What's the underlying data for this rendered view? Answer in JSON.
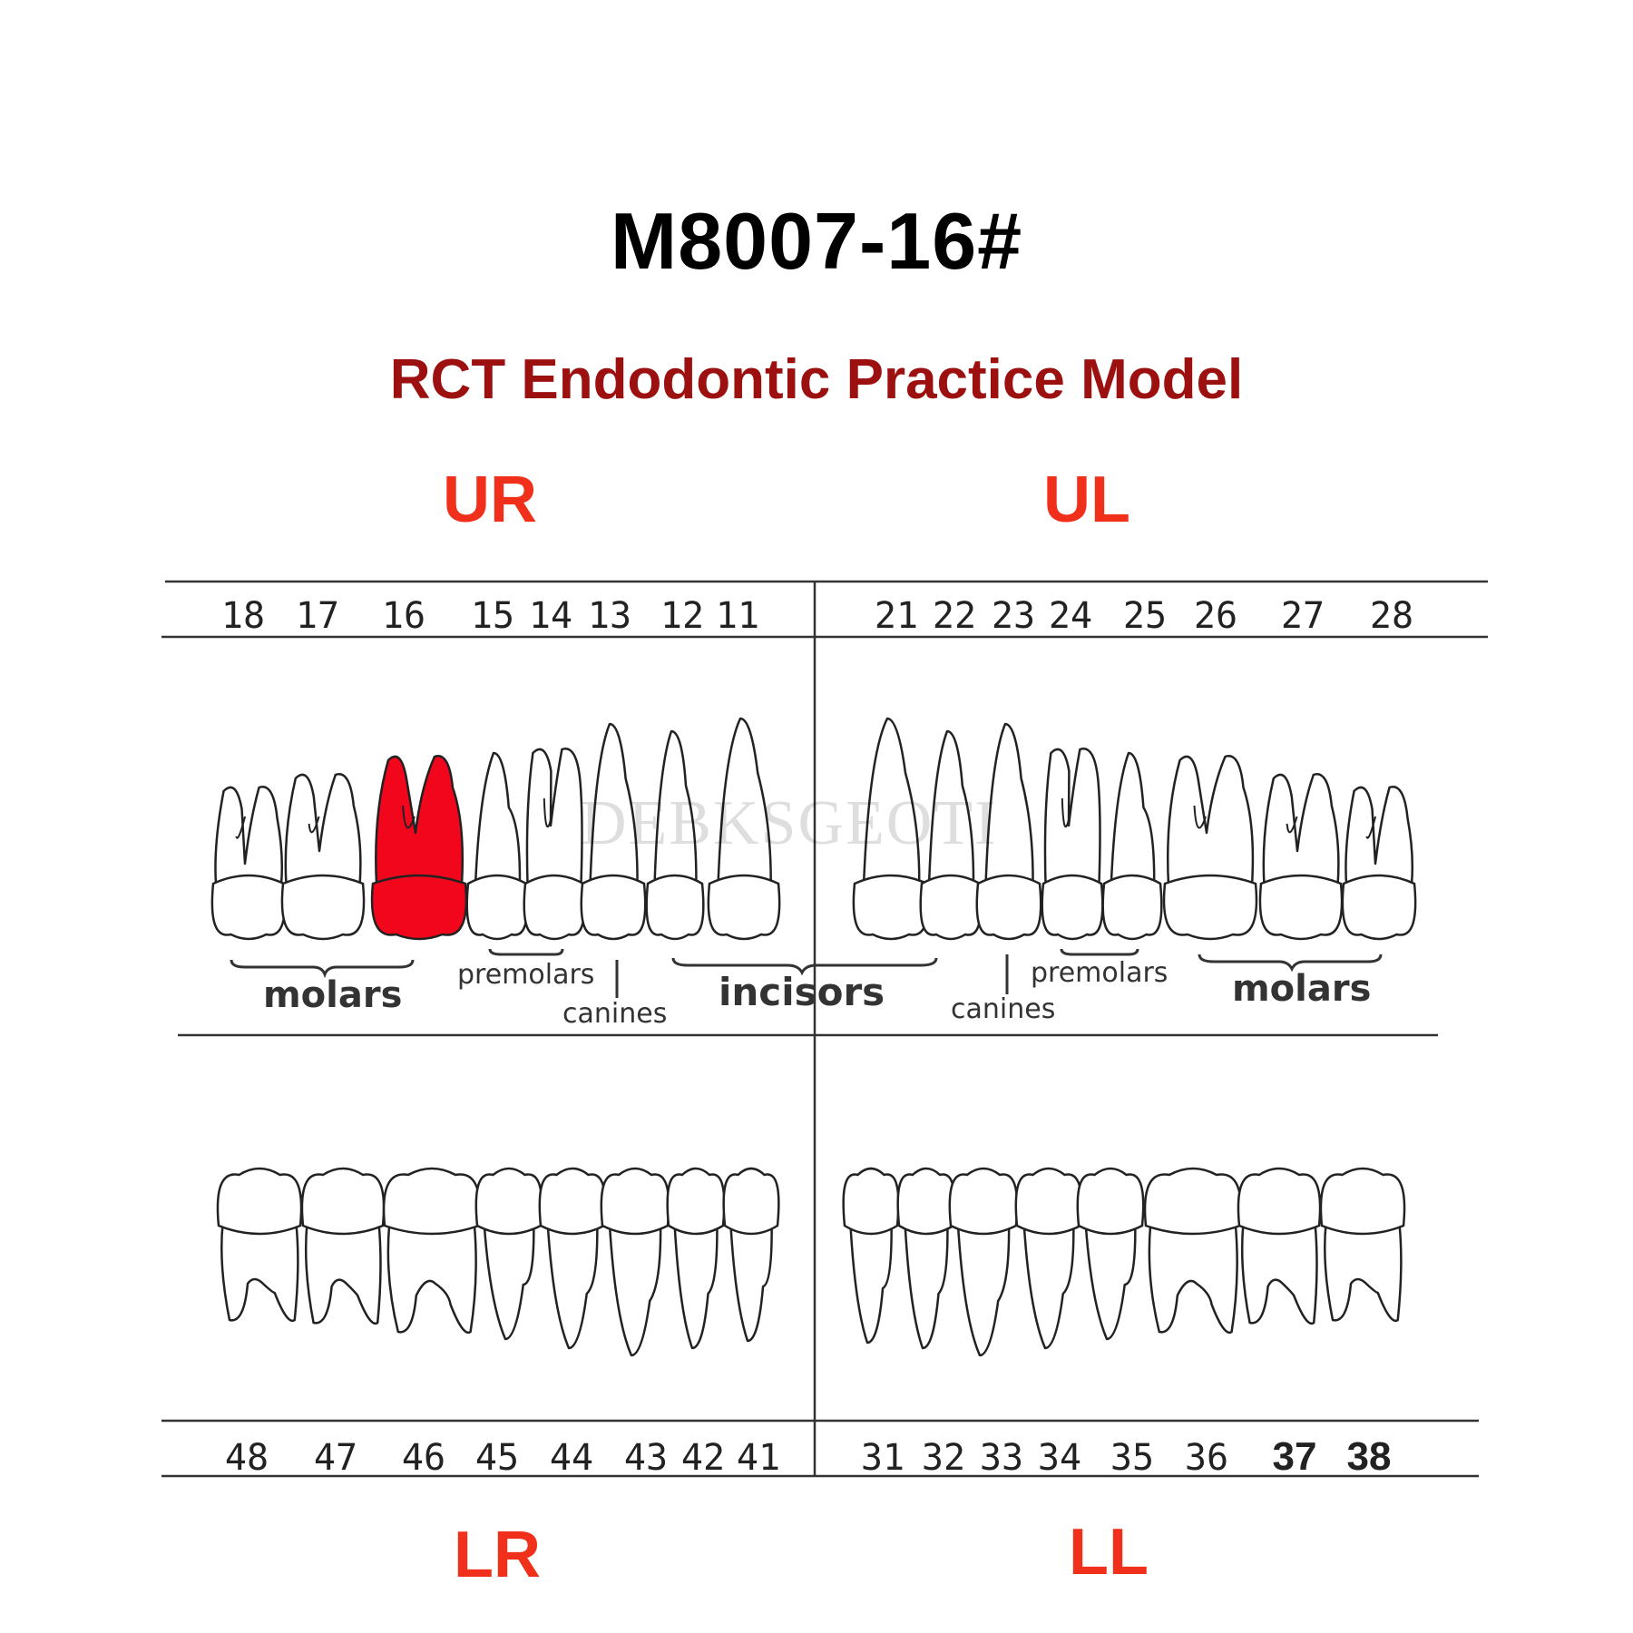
{
  "header": {
    "model_code": "M8007-16#",
    "subtitle": "RCT Endodontic Practice Model"
  },
  "quadrants": {
    "upper_right": "UR",
    "upper_left": "UL",
    "lower_right": "LR",
    "lower_left": "LL"
  },
  "upper_numbers": [
    "18",
    "17",
    "16",
    "15",
    "14",
    "13",
    "12",
    "11",
    "21",
    "22",
    "23",
    "24",
    "25",
    "26",
    "27",
    "28"
  ],
  "lower_numbers": [
    "48",
    "47",
    "46",
    "45",
    "44",
    "43",
    "42",
    "41",
    "31",
    "32",
    "33",
    "34",
    "35",
    "36",
    "37",
    "38"
  ],
  "groups_upper_right": {
    "molars": "molars",
    "premolars": "premolars",
    "canines": "canines"
  },
  "groups_center": {
    "incisors": "incisors"
  },
  "groups_upper_left": {
    "canines": "canines",
    "premolars": "premolars",
    "molars": "molars"
  },
  "highlighted_tooth": "16",
  "watermark": "DEBKSGEOTI",
  "colors": {
    "title": "#000000",
    "subtitle": "#9c1010",
    "quadrant": "#f0301a",
    "highlight": "#f2061c",
    "outline": "#222222"
  }
}
